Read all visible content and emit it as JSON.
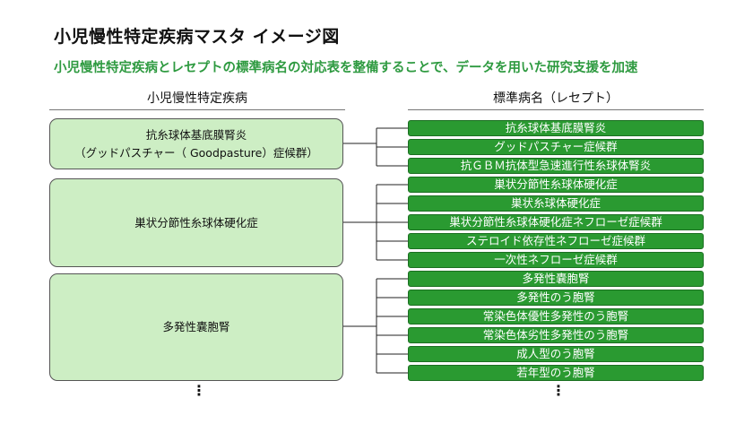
{
  "title": "小児慢性特定疾病マスタ イメージ図",
  "subtitle": "小児慢性特定疾病とレセプトの標準病名の対応表を整備することで、データを用いた研究支援を加速",
  "headers": {
    "left": "小児慢性特定疾病",
    "right": "標準病名（レセプト）"
  },
  "groups": [
    {
      "disease": "抗糸球体基底膜腎炎\n（グッドパスチャー（ Goodpasture）症候群）",
      "names": [
        "抗糸球体基底膜腎炎",
        "グッドパスチャー症候群",
        "抗ＧＢＭ抗体型急速進行性糸球体腎炎"
      ]
    },
    {
      "disease": "巣状分節性糸球体硬化症",
      "names": [
        "巣状分節性糸球体硬化症",
        "巣状糸球体硬化症",
        "巣状分節性糸球体硬化症ネフローゼ症候群",
        "ステロイド依存性ネフローゼ症候群",
        "一次性ネフローゼ症候群"
      ]
    },
    {
      "disease": "多発性嚢胞腎",
      "names": [
        "多発性嚢胞腎",
        "多発性のう胞腎",
        "常染色体優性多発性のう胞腎",
        "常染色体劣性多発性のう胞腎",
        "成人型のう胞腎",
        "若年型のう胞腎"
      ]
    }
  ],
  "ellipsis": {
    "left": "⋮",
    "right": "⋮"
  },
  "colors": {
    "accent": "#2e9a40",
    "left_box": "#cdeec4",
    "right_box": "#2a9a31"
  }
}
